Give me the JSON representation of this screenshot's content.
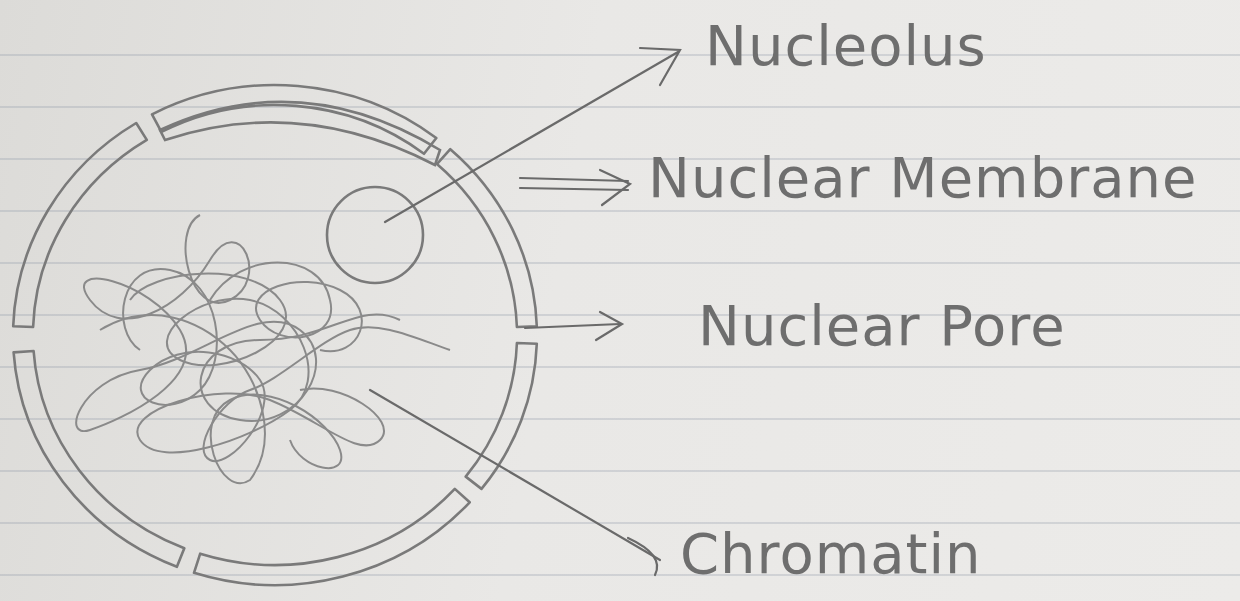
{
  "diagram": {
    "labels": [
      "Nucleolus",
      "Nuclear Membrane",
      "Nuclear Pore",
      "Chromatin"
    ]
  }
}
